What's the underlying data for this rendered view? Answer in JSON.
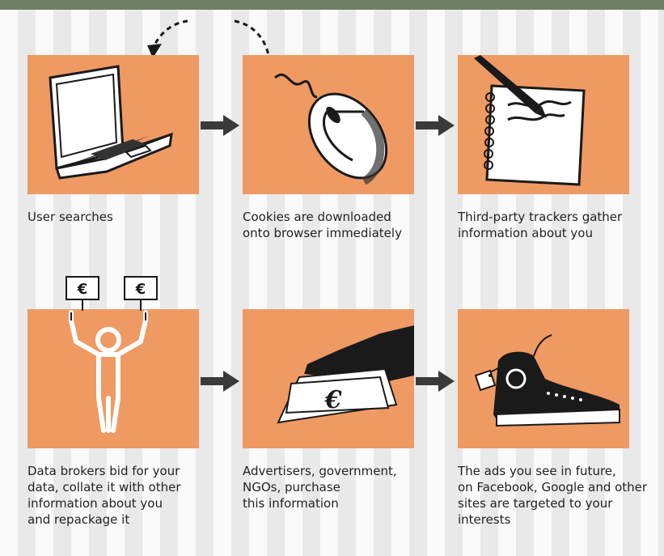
{
  "colors": {
    "panel": "#ef9a63",
    "top_bar": "#6f7f63",
    "ink": "#222222"
  },
  "steps": [
    {
      "id": "user-searches",
      "icon": "laptop-icon",
      "caption": [
        "User searches"
      ]
    },
    {
      "id": "cookies",
      "icon": "mouse-icon",
      "caption": [
        "Cookies are downloaded",
        "onto browser immediately"
      ]
    },
    {
      "id": "trackers",
      "icon": "notebook-pen-icon",
      "caption": [
        "Third-party trackers gather",
        "information about you"
      ]
    },
    {
      "id": "brokers",
      "icon": "person-holding-euro-signs-icon",
      "sign_text": "€",
      "caption": [
        "Data brokers bid for your",
        "data, collate it with other",
        "information about you",
        "and repackage it"
      ]
    },
    {
      "id": "purchasers",
      "icon": "hand-with-banknote-icon",
      "note_text": "€",
      "caption": [
        "Advertisers, government,",
        "NGOs, purchase",
        "this information"
      ]
    },
    {
      "id": "targeted-ads",
      "icon": "sneaker-icon",
      "caption": [
        "The ads you see in future,",
        "on Facebook, Google and other",
        "sites are targeted to your",
        "interests"
      ]
    }
  ]
}
